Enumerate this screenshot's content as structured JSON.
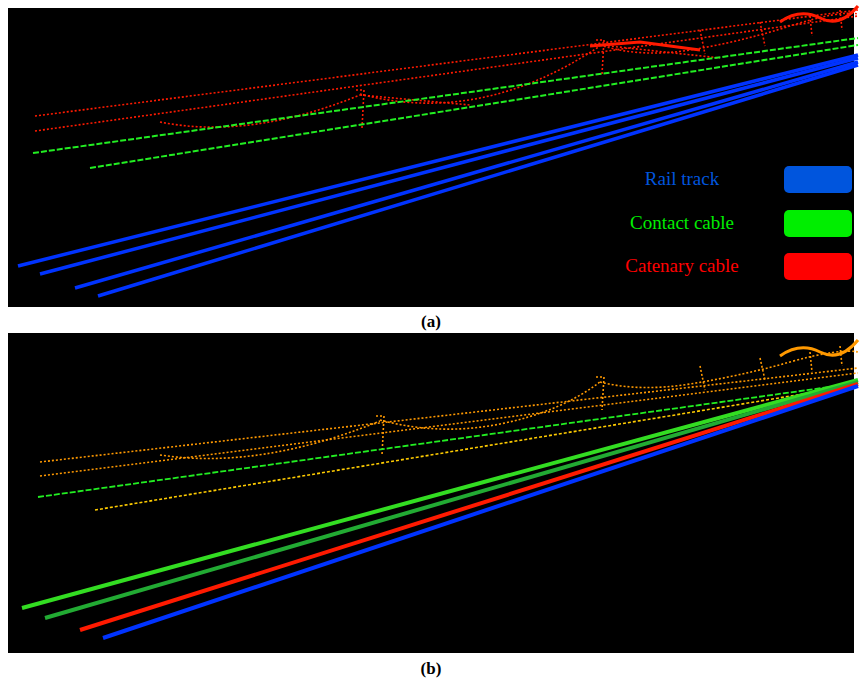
{
  "diagram": {
    "labels": [
      "(a)",
      "(b)"
    ],
    "legend": [
      {
        "text": "Rail track",
        "color": "#0055dd"
      },
      {
        "text": "Contact cable",
        "color": "#00ee00"
      },
      {
        "text": "Catenary cable",
        "color": "#ff0000"
      }
    ]
  }
}
